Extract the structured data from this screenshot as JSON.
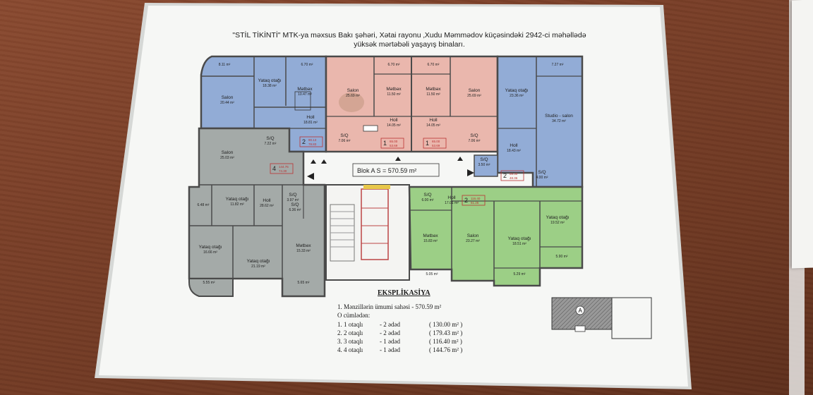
{
  "header": {
    "line1": "\"STİL TİKİNTİ\" MTK-ya məxsus Bakı şəhəri, Xətai rayonu ‚Xudu Məmmədov  küçəsindəki 2942-ci məhəllədə",
    "line2": "yüksək mərtəbəli yaşayış binaları."
  },
  "block_label": "Blok  A   S = 570.59 m²",
  "rooms": {
    "blue": [
      {
        "name": "",
        "area": "8.11 m²"
      },
      {
        "name": "Yataq otağı",
        "area": "18.38 m²"
      },
      {
        "name": "",
        "area": "6.70 m²"
      },
      {
        "name": "Salon",
        "area": "20.44 m²"
      },
      {
        "name": "Mətbəx",
        "area": "10.47 m²"
      },
      {
        "name": "Holl",
        "area": "18.81 m²"
      },
      {
        "name": "S/Q",
        "area": "7.22 m²"
      }
    ],
    "pink": [
      {
        "name": "Salon",
        "area": "25.69 m²"
      },
      {
        "name": "",
        "area": "6.70 m²"
      },
      {
        "name": "Mətbəx",
        "area": "11.50 m²"
      },
      {
        "name": "",
        "area": "6.70 m²"
      },
      {
        "name": "Mətbəx",
        "area": "11.50 m²"
      },
      {
        "name": "Salon",
        "area": "25.69 m²"
      },
      {
        "name": "Holl",
        "area": "14.05 m²"
      },
      {
        "name": "Holl",
        "area": "14.05 m²"
      },
      {
        "name": "S/Q",
        "area": "7.06 m²"
      },
      {
        "name": "S/Q",
        "area": "7.06 m²"
      }
    ],
    "rightblue": [
      {
        "name": "Yataq otağı",
        "area": "23.36 m²"
      },
      {
        "name": "",
        "area": "7.27 m²"
      },
      {
        "name": "Studio - salon",
        "area": "34.72 m²"
      },
      {
        "name": "Holl",
        "area": "18.43 m²"
      },
      {
        "name": "S/Q",
        "area": "3.50 m²"
      },
      {
        "name": "S/Q",
        "area": "4.00 m²"
      }
    ],
    "grey": [
      {
        "name": "Salon",
        "area": "25.03 m²"
      },
      {
        "name": "Yataq otağı",
        "area": "11.82 m²"
      },
      {
        "name": "Holl",
        "area": "28.62 m²"
      },
      {
        "name": "S/Q",
        "area": "3.97 m²"
      },
      {
        "name": "S/Q",
        "area": "6.36 m²"
      },
      {
        "name": "",
        "area": "6.48 m²"
      },
      {
        "name": "Yataq otağı",
        "area": "16.66 m²"
      },
      {
        "name": "Yataq otağı",
        "area": "21.19 m²"
      },
      {
        "name": "Mətbəx",
        "area": "15.33 m²"
      },
      {
        "name": "",
        "area": "5.55 m²"
      },
      {
        "name": "",
        "area": "5.65 m²"
      }
    ],
    "green": [
      {
        "name": "S/Q",
        "area": "6.00 m²"
      },
      {
        "name": "Holl",
        "area": "17.01 m²"
      },
      {
        "name": "Mətbəx",
        "area": "15.83 m²"
      },
      {
        "name": "Salon",
        "area": "23.27 m²"
      },
      {
        "name": "Yataq otağı",
        "area": "18.51 m²"
      },
      {
        "name": "Yataq otağı",
        "area": "19.52 m²"
      },
      {
        "name": "",
        "area": "5.05 m²"
      },
      {
        "name": "",
        "area": "5.29 m²"
      },
      {
        "name": "",
        "area": "5.90 m²"
      }
    ]
  },
  "apartments": [
    {
      "rooms": "2",
      "a": "90.13",
      "b": "78.83"
    },
    {
      "rooms": "1",
      "a": "65.00",
      "b": "53.69"
    },
    {
      "rooms": "1",
      "a": "65.00",
      "b": "53.69"
    },
    {
      "rooms": "4",
      "a": "144.76",
      "b": "74.30"
    },
    {
      "rooms": "2",
      "a": "89.30",
      "b": "48.36"
    },
    {
      "rooms": "2",
      "a": "116.40",
      "b": "61.25"
    }
  ],
  "explication": {
    "title": "EKSPLİKASİYA",
    "total": "1. Mənzillərin ümumi sahəsi  - 570.59 m²",
    "including": "O cümlədən:",
    "rows": [
      {
        "name": "1. 1 otaqlı",
        "count": "- 2 ədəd",
        "area": "( 130.00 m² )"
      },
      {
        "name": "2. 2 otaqlı",
        "count": "- 2 ədəd",
        "area": "( 179.43 m² )"
      },
      {
        "name": "3. 3 otaqlı",
        "count": "- 1 ədəd",
        "area": "( 116.40 m² )"
      },
      {
        "name": "4. 4 otaqlı",
        "count": "- 1 ədəd",
        "area": "( 144.76 m² )"
      }
    ]
  },
  "site_plan_label": "A",
  "colors": {
    "blue": "#92acd6",
    "pink": "#eab7ad",
    "grey": "#a4aaa8",
    "green": "#9ccf86",
    "wall": "#4a4a4a"
  }
}
